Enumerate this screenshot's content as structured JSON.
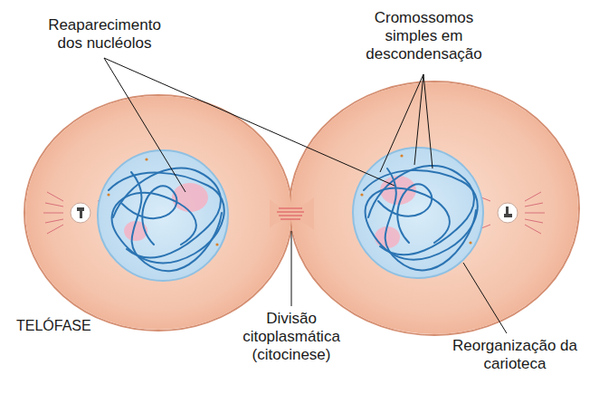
{
  "diagram": {
    "labels": [
      "Reaparecimento dos nucléolos",
      "Cromossomos simples em descondensação",
      "TELÓFASE",
      "Divisão citoplasmática (citocinese)",
      "Reorganização da carioteca"
    ]
  }
}
